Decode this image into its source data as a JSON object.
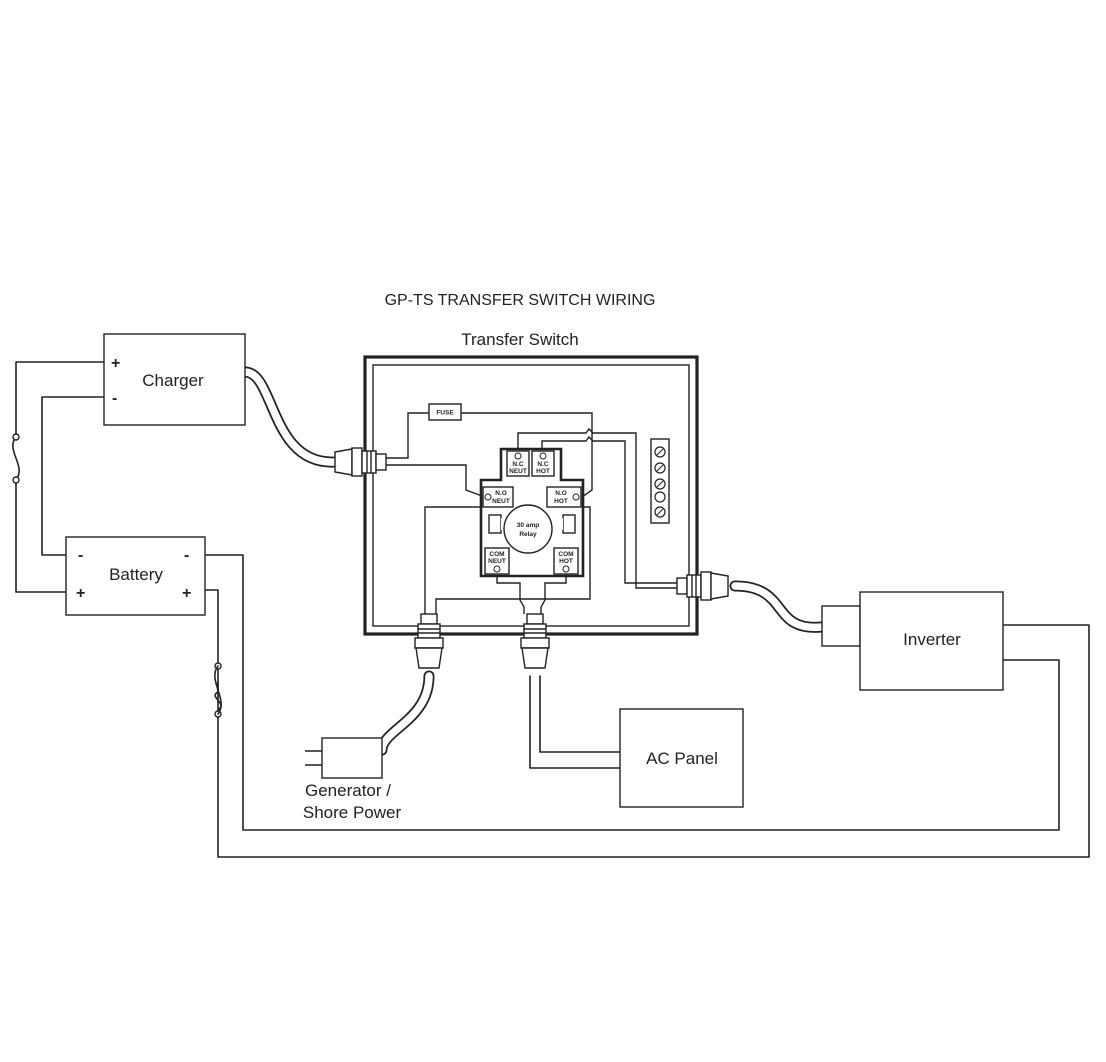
{
  "diagram": {
    "title": "GP-TS TRANSFER SWITCH WIRING",
    "transfer_switch": {
      "label": "Transfer Switch",
      "fuse_label": "FUSE",
      "relay": {
        "line1": "30 amp",
        "line2": "Relay"
      },
      "terminals": {
        "nc_neut": {
          "line1": "N.C",
          "line2": "NEUT"
        },
        "nc_hot": {
          "line1": "N.C",
          "line2": "HOT"
        },
        "no_neut": {
          "line1": "N.O",
          "line2": "NEUT"
        },
        "no_hot": {
          "line1": "N.O",
          "line2": "HOT"
        },
        "com_neut": {
          "line1": "COM",
          "line2": "NEUT"
        },
        "com_hot": {
          "line1": "COM",
          "line2": "HOT"
        }
      }
    },
    "charger": {
      "label": "Charger",
      "pos": "+",
      "neg": "-"
    },
    "battery": {
      "label": "Battery",
      "neg_left": "-",
      "neg_right": "-",
      "pos_left": "+",
      "pos_right": "+"
    },
    "inverter": {
      "label": "Inverter"
    },
    "ac_panel": {
      "label": "AC Panel"
    },
    "generator": {
      "line1": "Generator /",
      "line2": "Shore Power"
    }
  }
}
